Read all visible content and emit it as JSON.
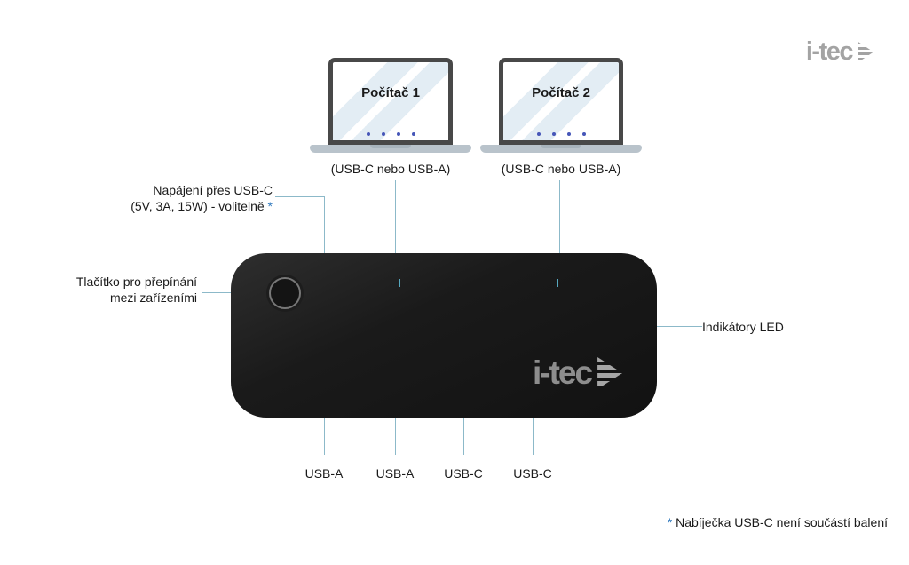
{
  "brand": {
    "logo_text": "i-tec"
  },
  "colors": {
    "connector_line": "#8cb9c9",
    "accent_asterisk": "#2f79bd",
    "device_body": "#1a1a1a",
    "logo_gray": "#a3a3a3"
  },
  "laptops": [
    {
      "name": "Počítač 1",
      "connection": "(USB-C nebo USB-A)"
    },
    {
      "name": "Počítač 2",
      "connection": "(USB-C nebo USB-A)"
    }
  ],
  "callouts": {
    "power": {
      "line1": "Napájení přes USB-C",
      "line2": "(5V, 3A, 15W) - volitelně",
      "asterisk": "*"
    },
    "switch_button": {
      "line1": "Tlačítko pro přepínání",
      "line2": "mezi zařízeními"
    },
    "led": "Indikátory LED"
  },
  "ports": [
    {
      "label": "USB-A"
    },
    {
      "label": "USB-A"
    },
    {
      "label": "USB-C"
    },
    {
      "label": "USB-C"
    }
  ],
  "footnote": {
    "asterisk": "*",
    "text": "Nabíječka USB-C není součástí balení"
  }
}
